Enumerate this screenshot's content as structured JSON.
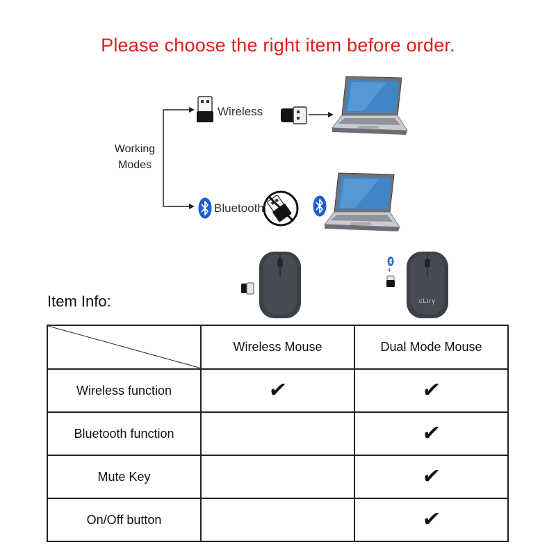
{
  "headline": "Please choose the right item before order.",
  "diagram": {
    "modes_line1": "Working",
    "modes_line2": "Modes",
    "wireless_label": "Wireless",
    "bluetooth_label": "Bluetooth"
  },
  "products": {
    "dual_mouse_brand": "cLiry"
  },
  "item_info_label": "Item Info:",
  "table": {
    "columns": [
      "",
      "Wireless Mouse",
      "Dual Mode Mouse"
    ],
    "rows": [
      {
        "feature": "Wireless function",
        "wireless": "✔",
        "dual": "✔"
      },
      {
        "feature": "Bluetooth function",
        "wireless": "",
        "dual": "✔"
      },
      {
        "feature": "Mute Key",
        "wireless": "",
        "dual": "✔"
      },
      {
        "feature": "On/Off button",
        "wireless": "",
        "dual": "✔"
      }
    ]
  },
  "colors": {
    "headline": "#e31b1b",
    "bluetooth_blue": "#1a5fcc",
    "mouse_body": "#3c4048",
    "laptop_screen": "#3f86c8"
  },
  "icons": [
    "usb-receiver-icon",
    "bluetooth-icon",
    "laptop-icon",
    "no-receiver-icon",
    "mouse-icon",
    "arrow-icon"
  ]
}
